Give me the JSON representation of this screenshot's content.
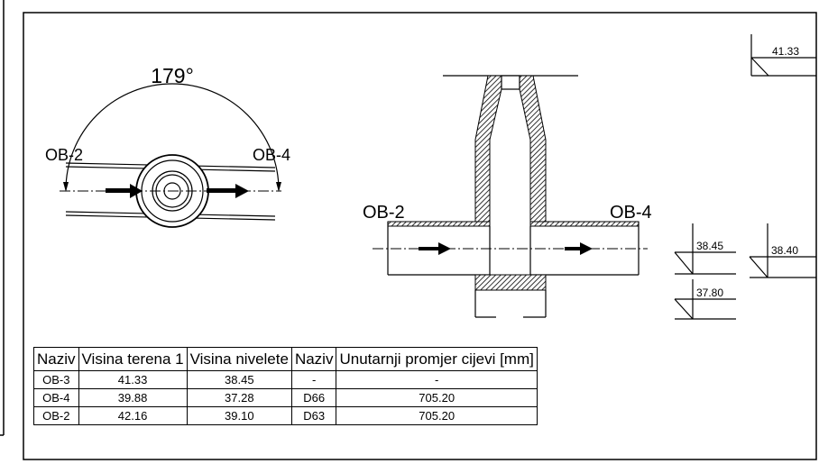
{
  "left_view": {
    "angle_label": "179°",
    "left_label": "OB-2",
    "right_label": "OB-4"
  },
  "section_view": {
    "left_label": "OB-2",
    "right_label": "OB-4"
  },
  "levels": {
    "top": "41.33",
    "middle_left": "38.45",
    "middle_right": "38.40",
    "bottom": "37.80"
  },
  "table": {
    "headers": [
      "Naziv",
      "Visina terena 1",
      "Visina nivelete",
      "Naziv",
      "Unutarnji promjer cijevi [mm]"
    ],
    "rows": [
      [
        "OB-3",
        "41.33",
        "38.45",
        "-",
        "-"
      ],
      [
        "OB-4",
        "39.88",
        "37.28",
        "D66",
        "705.20"
      ],
      [
        "OB-2",
        "42.16",
        "39.10",
        "D63",
        "705.20"
      ]
    ]
  }
}
